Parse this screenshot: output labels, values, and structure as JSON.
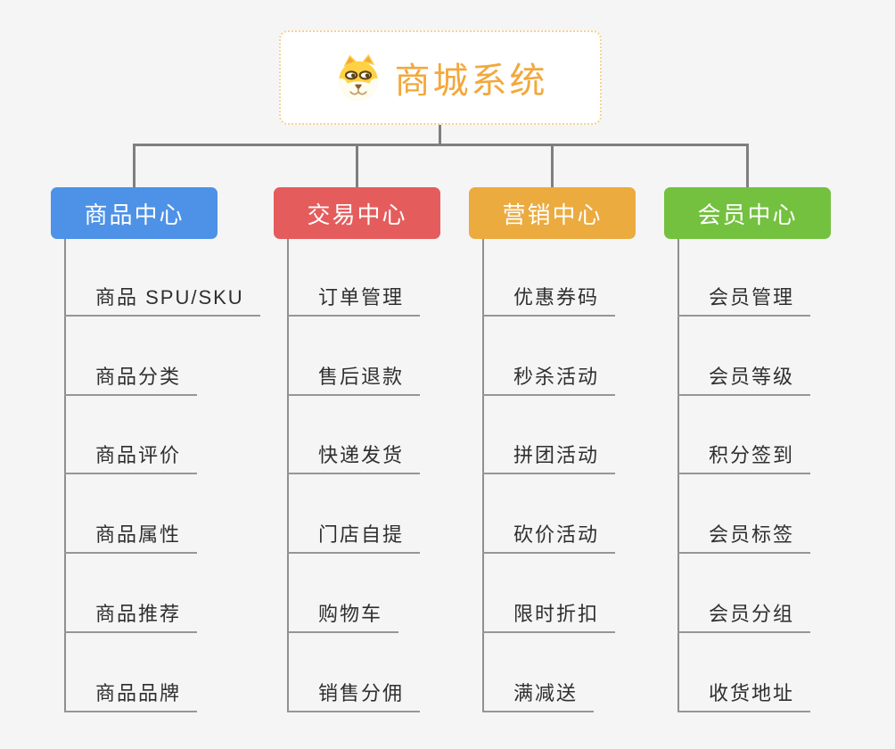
{
  "root": {
    "title": "商城系统",
    "icon": "shiba-dog-icon",
    "accent_color": "#f2a83c",
    "border_color": "#f6d292"
  },
  "connector_color": "#7f7f7f",
  "branches": [
    {
      "label": "商品中心",
      "color": "#4d92e6",
      "items": [
        "商品 SPU/SKU",
        "商品分类",
        "商品评价",
        "商品属性",
        "商品推荐",
        "商品品牌"
      ]
    },
    {
      "label": "交易中心",
      "color": "#e55c5c",
      "items": [
        "订单管理",
        "售后退款",
        "快递发货",
        "门店自提",
        "购物车",
        "销售分佣"
      ]
    },
    {
      "label": "营销中心",
      "color": "#ebab3f",
      "items": [
        "优惠券码",
        "秒杀活动",
        "拼团活动",
        "砍价活动",
        "限时折扣",
        "满减送"
      ]
    },
    {
      "label": "会员中心",
      "color": "#73c13f",
      "items": [
        "会员管理",
        "会员等级",
        "积分签到",
        "会员标签",
        "会员分组",
        "收货地址"
      ]
    }
  ]
}
